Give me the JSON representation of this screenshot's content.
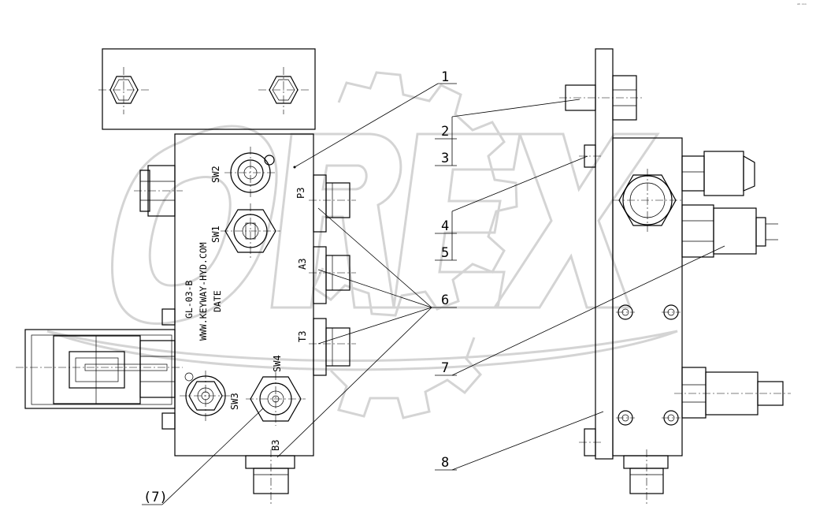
{
  "callouts": {
    "c1": "1",
    "c2": "2",
    "c3": "3",
    "c4": "4",
    "c5": "5",
    "c6": "6",
    "c7": "7",
    "c7b": "(7)",
    "c8": "8"
  },
  "valve_labels": {
    "sw1": "SW1",
    "sw2": "SW2",
    "sw3": "SW3",
    "sw4": "SW4"
  },
  "port_labels": {
    "p3": "P3",
    "a3": "A3",
    "t3": "T3",
    "b3": "B3"
  },
  "body_marking": {
    "model": "GL-03-B",
    "website": "WWW.KEYWAY-HYD.COM",
    "date": "DATE"
  },
  "watermark": {
    "text": "OREX"
  },
  "corner_mark": "ᵃᵇ ᵒᵒᵒ"
}
